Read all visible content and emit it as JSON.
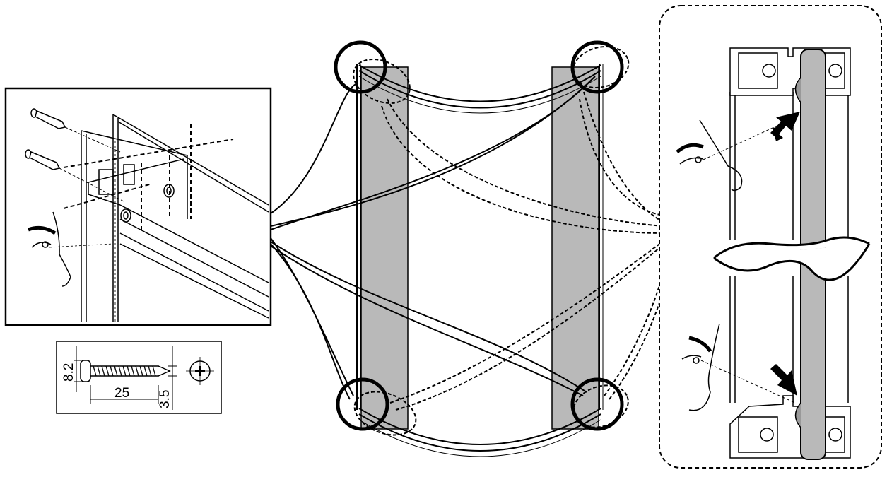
{
  "colors": {
    "line": "#000000",
    "glass": "#b9b9b9",
    "background": "#ffffff"
  },
  "screw_spec": {
    "head_dimension": "8.2",
    "length": "25",
    "shank_dimension": "3.5"
  },
  "icons": [
    "screw-icon",
    "eye-icon",
    "phillips-head-icon",
    "arrow-icon"
  ]
}
